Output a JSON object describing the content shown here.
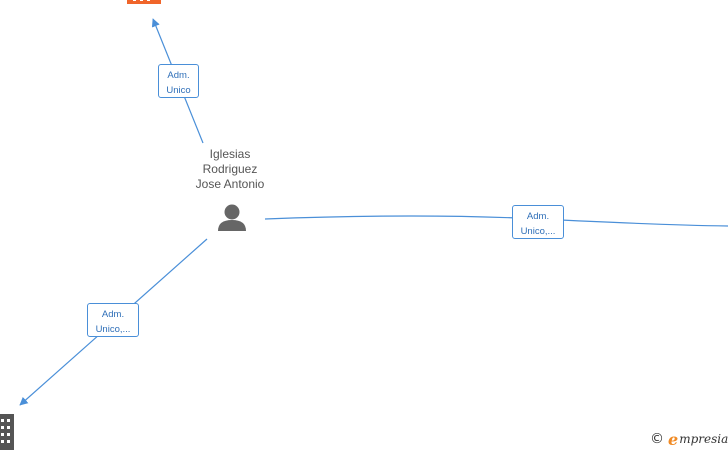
{
  "colors": {
    "edge": "#4a8fd8",
    "person_icon": "#666666",
    "company_top": "#f0652a",
    "company_bottom": "#555555",
    "brand_accent": "#f08a24"
  },
  "person": {
    "name_lines": [
      "Iglesias",
      "Rodriguez",
      "Jose Antonio"
    ],
    "icon": "person-icon"
  },
  "edges": [
    {
      "label_lines": [
        "Adm.",
        "Unico"
      ]
    },
    {
      "label_lines": [
        "Adm.",
        "Unico,..."
      ]
    },
    {
      "label_lines": [
        "Adm.",
        "Unico,..."
      ]
    }
  ],
  "companies": [
    {
      "icon": "company-building-icon"
    },
    {
      "icon": "company-building-icon"
    }
  ],
  "brand": {
    "copyright": "©",
    "initial": "e",
    "rest": "mpresia"
  }
}
